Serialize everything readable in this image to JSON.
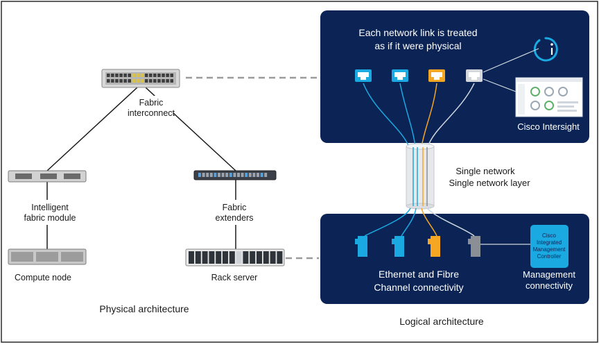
{
  "colors": {
    "panel": "#0b2455",
    "cyan": "#1aa9e1",
    "orange": "#f5a623",
    "gray": "#8a8f96",
    "text_dark": "#1a1a1a",
    "line_dark": "#1a1a1a",
    "dashed": "#9a9a9a",
    "tube": "#e6e8eb"
  },
  "physical": {
    "title": "Physical architecture",
    "fabric_interconnect": [
      "Fabric",
      "interconnect"
    ],
    "intelligent_fabric_module": [
      "Intelligent",
      "fabric module"
    ],
    "fabric_extenders": [
      "Fabric",
      "extenders"
    ],
    "compute_node": "Compute node",
    "rack_server": "Rack server"
  },
  "logical": {
    "title": "Logical architecture",
    "top_heading": [
      "Each network link is treated",
      "as if it were physical"
    ],
    "intersight_label": "Cisco Intersight",
    "network_layer": [
      "Single network",
      "Single network layer"
    ],
    "connectivity": [
      "Ethernet and Fibre",
      "Channel connectivity"
    ],
    "cimc": [
      "Cisco",
      "Integrated",
      "Management",
      "Controller"
    ],
    "management": [
      "Management",
      "connectivity"
    ],
    "link_icons": [
      "cyan",
      "cyan",
      "orange",
      "gray"
    ]
  }
}
